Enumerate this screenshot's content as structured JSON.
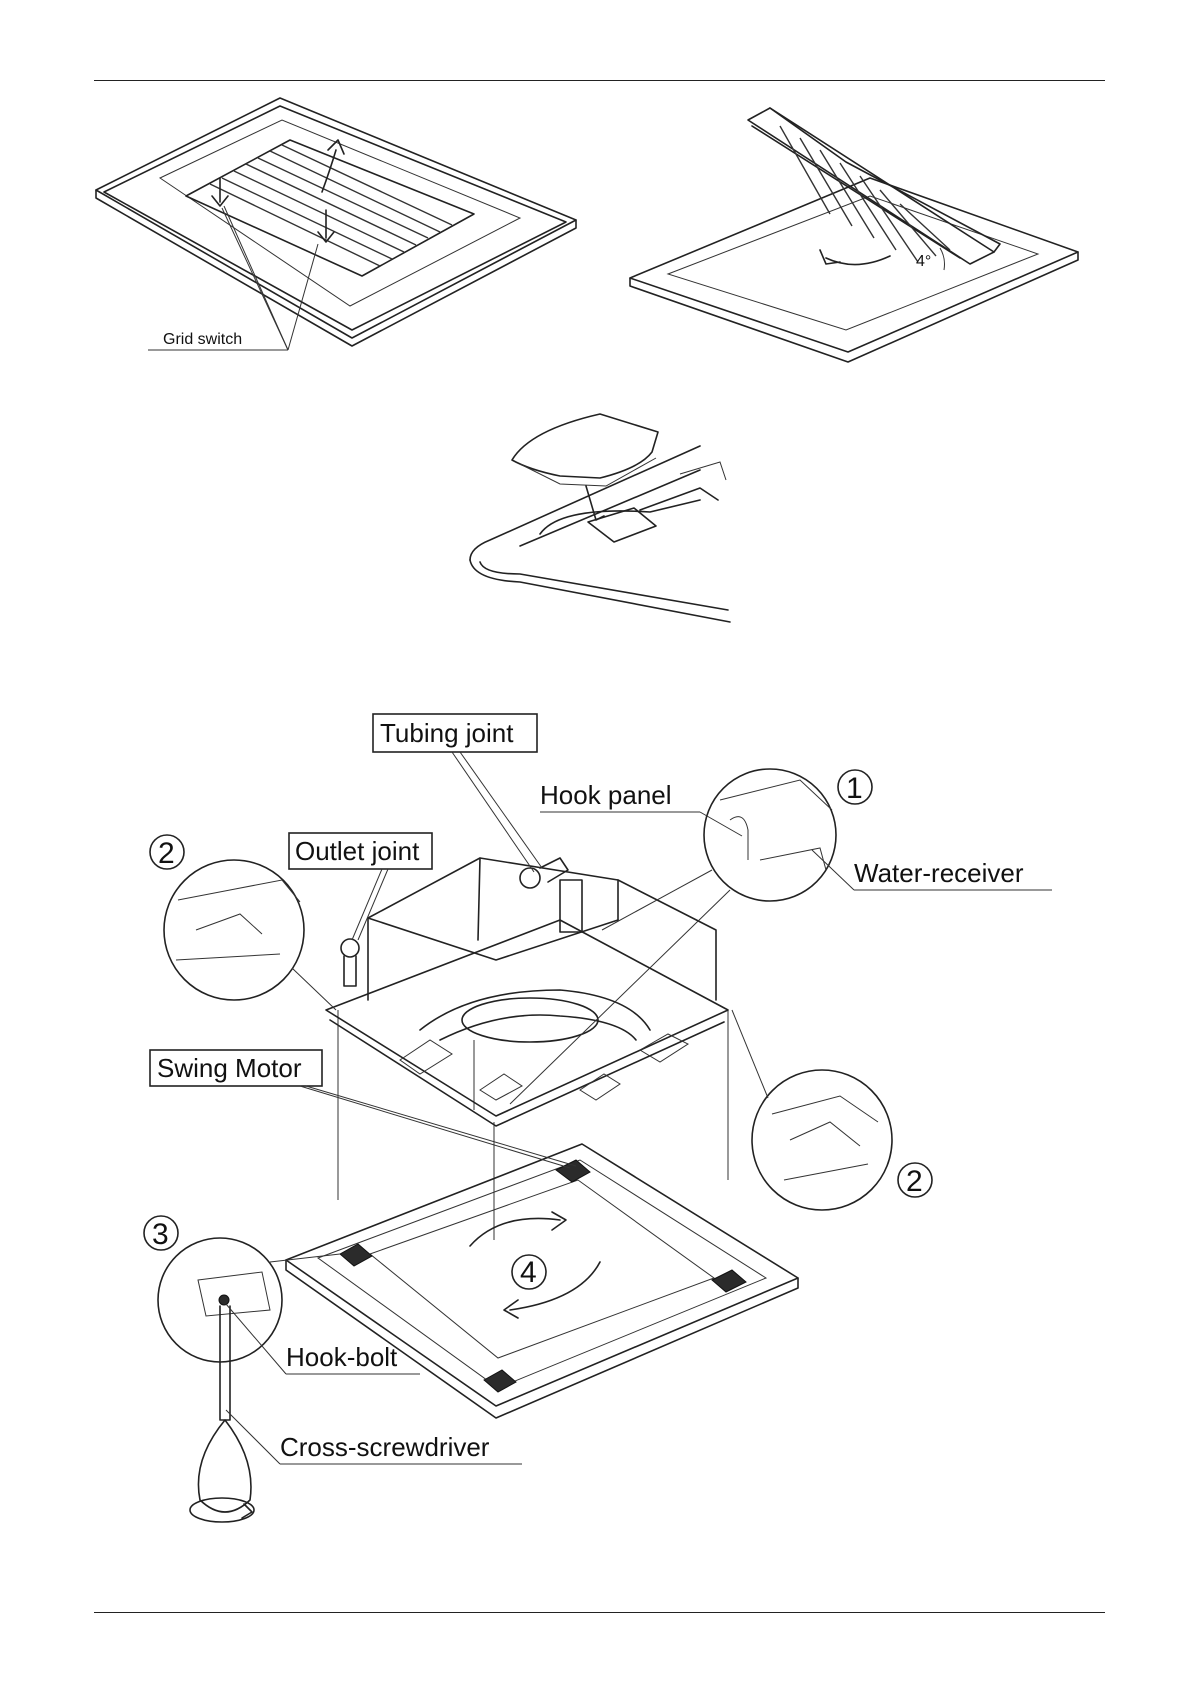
{
  "figure1": {
    "grid_switch_label": "Grid switch"
  },
  "figure2": {
    "angle_label": "4°"
  },
  "figure4": {
    "labels": {
      "tubing_joint": "Tubing joint",
      "hook_panel": "Hook panel",
      "outlet_joint": "Outlet joint",
      "water_receiver": "Water-receiver",
      "swing_motor": "Swing Motor",
      "hook_bolt": "Hook-bolt",
      "cross_screwdriver": "Cross-screwdriver"
    },
    "step_markers": {
      "step1": "1",
      "step2_left": "2",
      "step2_right": "2",
      "step3": "3",
      "step4": "4"
    }
  }
}
